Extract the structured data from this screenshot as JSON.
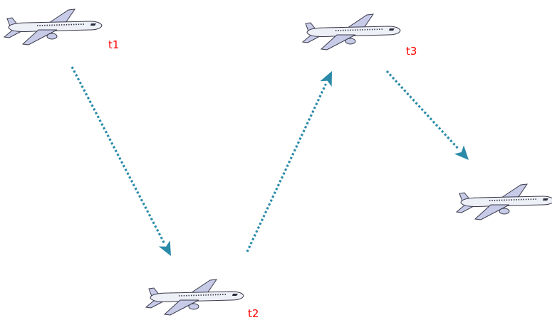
{
  "labels": {
    "t1": "t1",
    "t2": "t2",
    "t3": "t3"
  },
  "colors": {
    "label": "#ff0000",
    "arrow": "#2a8aa8",
    "fuselage": "#eef0f8",
    "wing": "#c7cbe8",
    "outline": "#3a3a4a",
    "windows": "#2a2a3a"
  },
  "icons": {
    "aircraft": "airplane-icon",
    "path_arrow": "dotted-arrow"
  }
}
